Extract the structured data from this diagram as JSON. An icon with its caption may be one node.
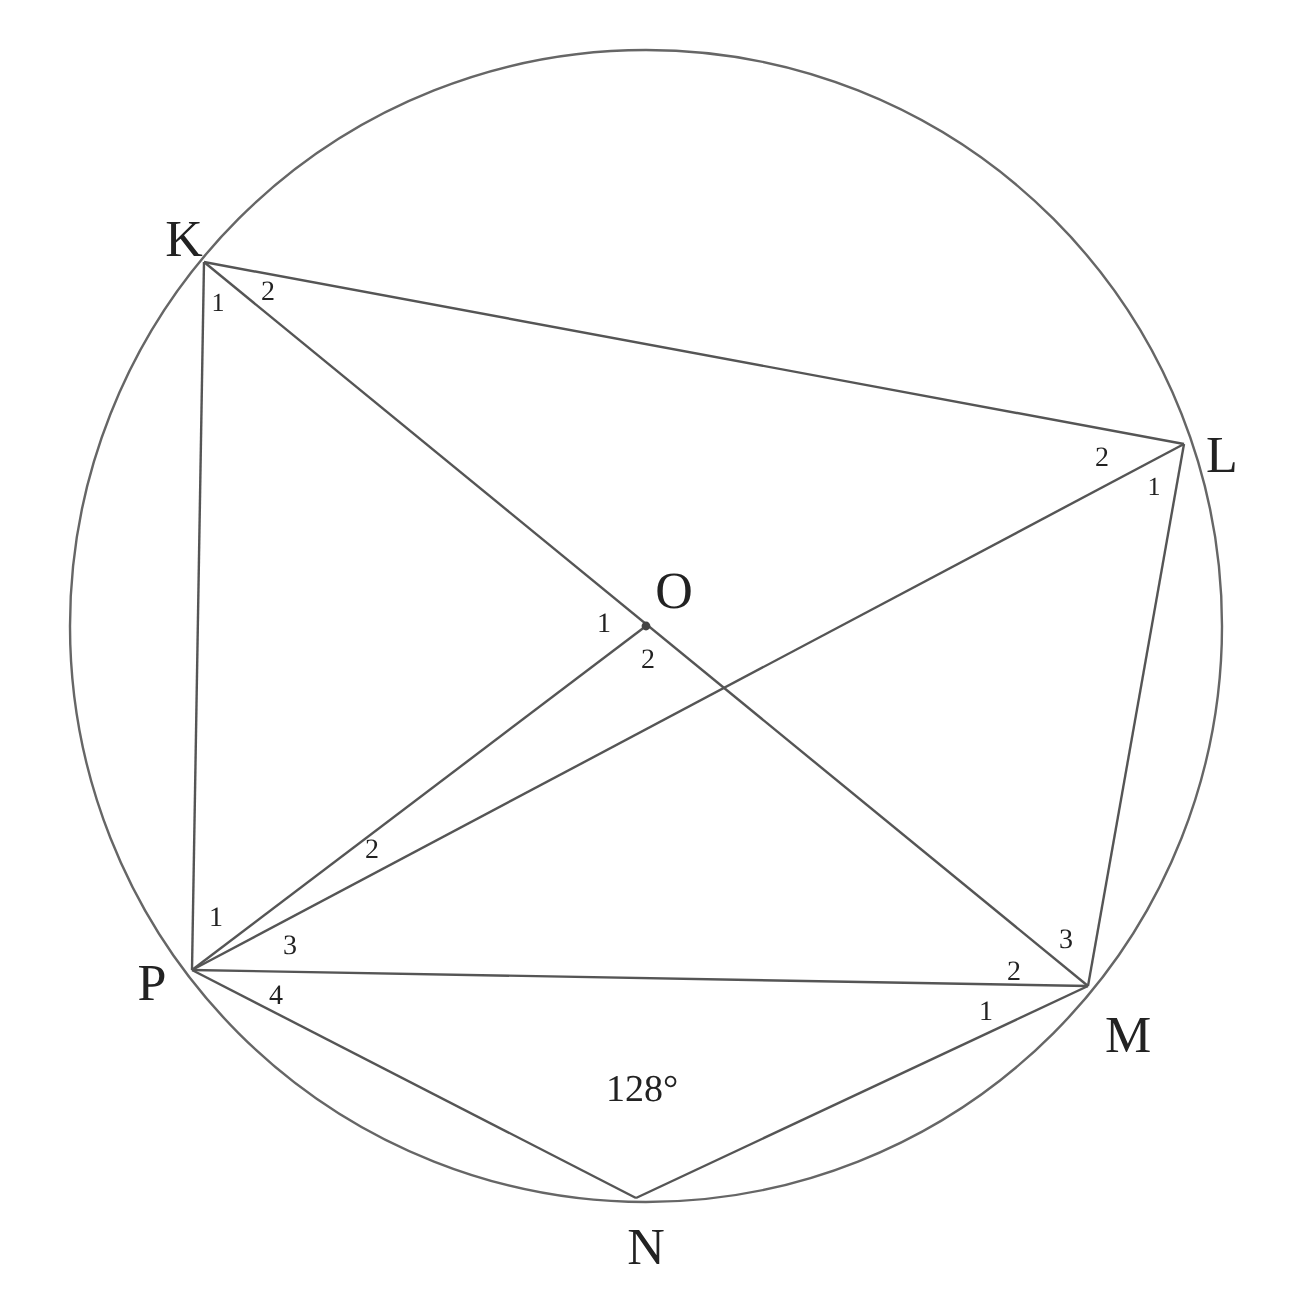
{
  "diagram": {
    "labels": [
      "K",
      "1",
      "2",
      "L",
      "2",
      "1",
      "O",
      "1",
      "2",
      "2",
      "1",
      "3",
      "3",
      "2",
      "P",
      "4",
      "1",
      "M",
      "128°",
      "N"
    ]
  }
}
